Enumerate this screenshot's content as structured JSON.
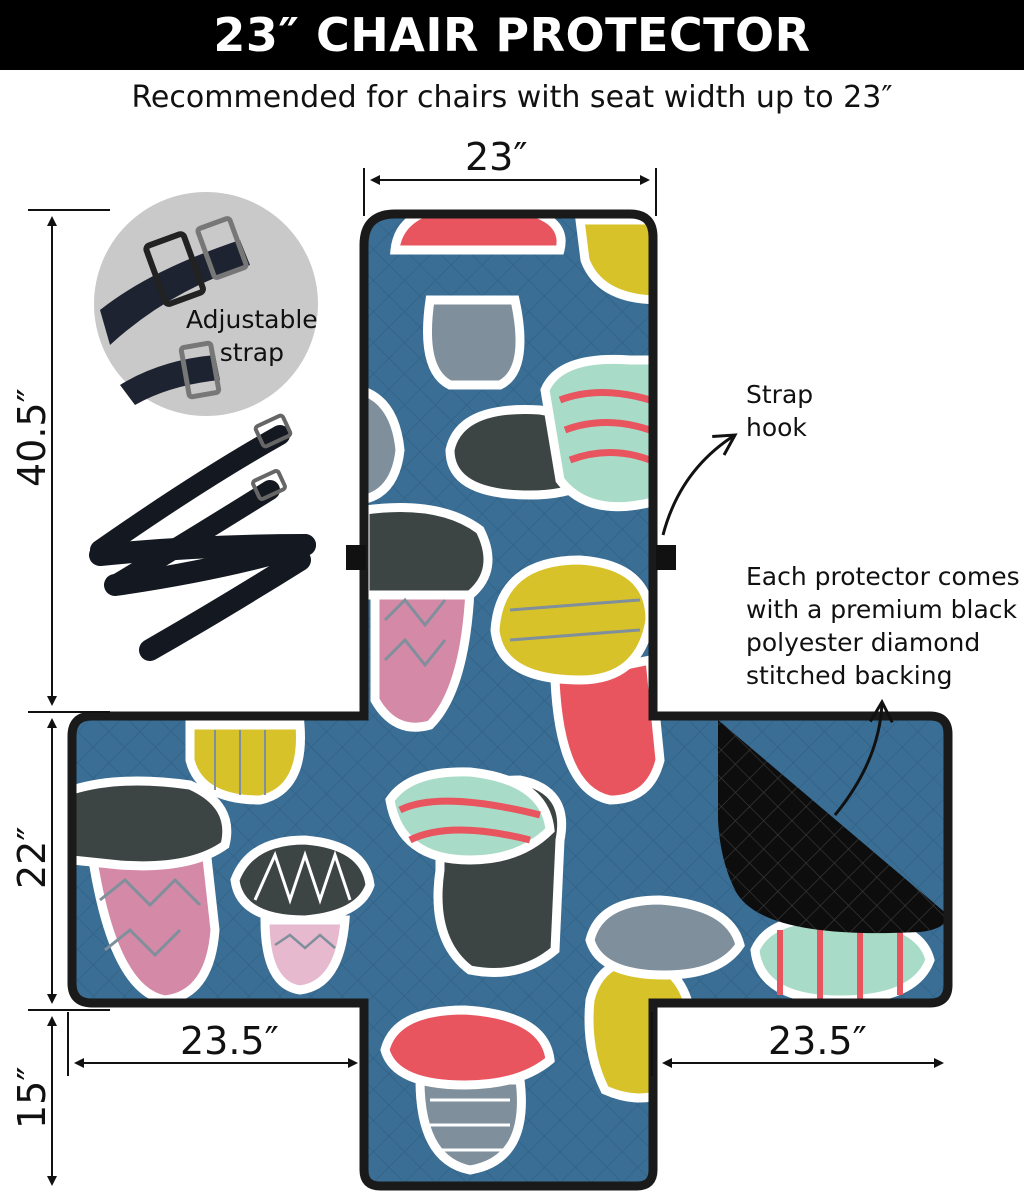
{
  "header": {
    "title": "23″ CHAIR PROTECTOR",
    "subtitle": "Recommended for chairs with seat width up to 23″"
  },
  "dimensions": {
    "top_width": "23″",
    "back_height": "40.5″",
    "seat_depth": "22″",
    "front_drop": "15″",
    "left_arm": "23.5″",
    "right_arm": "23.5″"
  },
  "labels": {
    "adjustable_strap_line1": "Adjustable",
    "adjustable_strap_line2": "strap",
    "strap_hook_line1": "Strap",
    "strap_hook_line2": "hook",
    "backing_line1": "Each protector comes",
    "backing_line2": "with a premium black",
    "backing_line3": "polyester diamond",
    "backing_line4": "stitched backing"
  },
  "colors": {
    "fabric_blue": "#3a6e94",
    "outline": "#1a1a1a",
    "backing": "#111111",
    "mushroom_red": "#e8555f",
    "mushroom_yellow": "#d8c22a",
    "mushroom_dark": "#3d4444",
    "mushroom_pink": "#d48aa6",
    "mushroom_mint": "#a9dcc8",
    "mushroom_grey": "#7f8f9c"
  }
}
